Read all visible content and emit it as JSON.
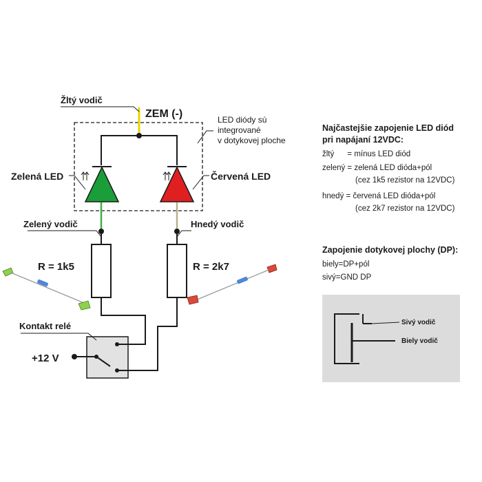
{
  "diagram": {
    "labels": {
      "yellow_wire": "Žltý vodič",
      "ground": "ZEM (-)",
      "integrated_note": [
        "LED diódy sú",
        "integrované",
        "v dotykovej ploche"
      ],
      "green_led": "Zelená LED",
      "red_led": "Červená LED",
      "green_wire": "Zelený vodič",
      "brown_wire": "Hnedý vodič",
      "r1": "R = 1k5",
      "r2": "R = 2k7",
      "relay": "Kontakt relé",
      "supply": "+12 V"
    },
    "colors": {
      "green_led": "#1a9e3a",
      "red_led": "#e02020",
      "yellow_wire": "#e8d400",
      "green_wire": "#3fae49",
      "brown_wire": "#b8b08a",
      "panel_bg": "#dcdcdc"
    },
    "notes": {
      "title_lines": [
        "Najčastejšie zapojenie LED diód",
        "pri napájaní 12VDC:"
      ],
      "lines": [
        "žltý      = mínus LED diód",
        "zelený = zelená LED dióda+pól",
        "(cez 1k5 rezistor na 12VDC)",
        "hnedý = červená LED dióda+pól",
        "(cez 2k7 rezistor na 12VDC)"
      ],
      "dp_title": "Zapojenie dotykovej plochy (DP):",
      "dp_lines": [
        "biely=DP+pól",
        "sivý=GND DP"
      ]
    },
    "touch_panel": {
      "grey_wire": "Sivý vodič",
      "white_wire": "Biely vodič"
    }
  }
}
